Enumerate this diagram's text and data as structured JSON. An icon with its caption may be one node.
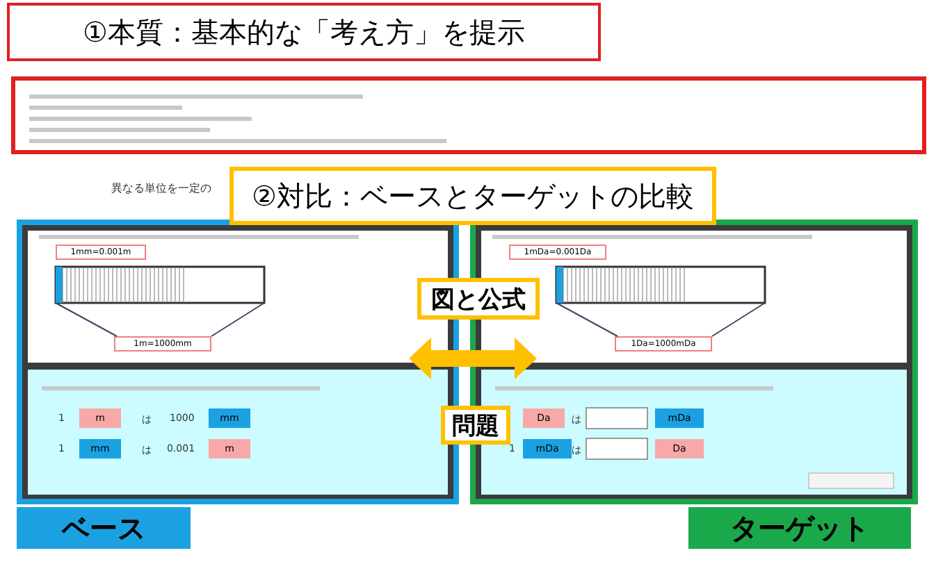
{
  "diagram": {
    "nodes": [
      {
        "text": [
          "①本質：基本的な「考え方」を提示"
        ]
      },
      {
        "text": [],
        "shape": "box"
      },
      {
        "text": [
          "②対比：ベースとターゲットの比較"
        ]
      },
      {
        "text": [],
        "shape": "box"
      },
      {
        "text": [],
        "shape": "box",
        "in": 3
      },
      {
        "text": [
          "1mm=0.001m"
        ],
        "in": 4
      },
      {
        "text": [
          "1m=1000mm"
        ],
        "in": 4
      },
      {
        "text": [],
        "shape": "box",
        "in": 3
      },
      {
        "text": [
          "m"
        ],
        "in": 7
      },
      {
        "text": [
          "mm"
        ],
        "in": 7
      },
      {
        "text": [
          "mm"
        ],
        "in": 7
      },
      {
        "text": [
          "m"
        ],
        "in": 7
      },
      {
        "text": [
          "ベース"
        ]
      },
      {
        "text": [],
        "shape": "box"
      },
      {
        "text": [],
        "shape": "box",
        "in": 13
      },
      {
        "text": [
          "1mDa=0.001Da"
        ],
        "in": 14
      },
      {
        "text": [
          "1Da=1000mDa"
        ],
        "in": 14
      },
      {
        "text": [],
        "shape": "box",
        "in": 13
      },
      {
        "text": [
          "Da"
        ],
        "in": 17
      },
      {
        "text": [],
        "shape": "box",
        "in": 17
      },
      {
        "text": [
          "mDa"
        ],
        "in": 17
      },
      {
        "text": [
          "mDa"
        ],
        "in": 17
      },
      {
        "text": [],
        "shape": "box",
        "in": 17
      },
      {
        "text": [
          "Da"
        ],
        "in": 17
      },
      {
        "text": [],
        "shape": "box",
        "in": 17
      },
      {
        "text": [
          "ターゲット"
        ]
      },
      {
        "text": [
          "図と公式"
        ]
      },
      {
        "text": [
          "問題"
        ]
      }
    ],
    "edges": [
      {
        "from": 3,
        "to": 13,
        "arrow": "both",
        "color": "#ffc000"
      }
    ],
    "labels": [
      "異なる単位を一定の",
      "1",
      "は",
      "1000",
      "1",
      "は",
      "0.001",
      "は",
      "1",
      "は"
    ]
  }
}
